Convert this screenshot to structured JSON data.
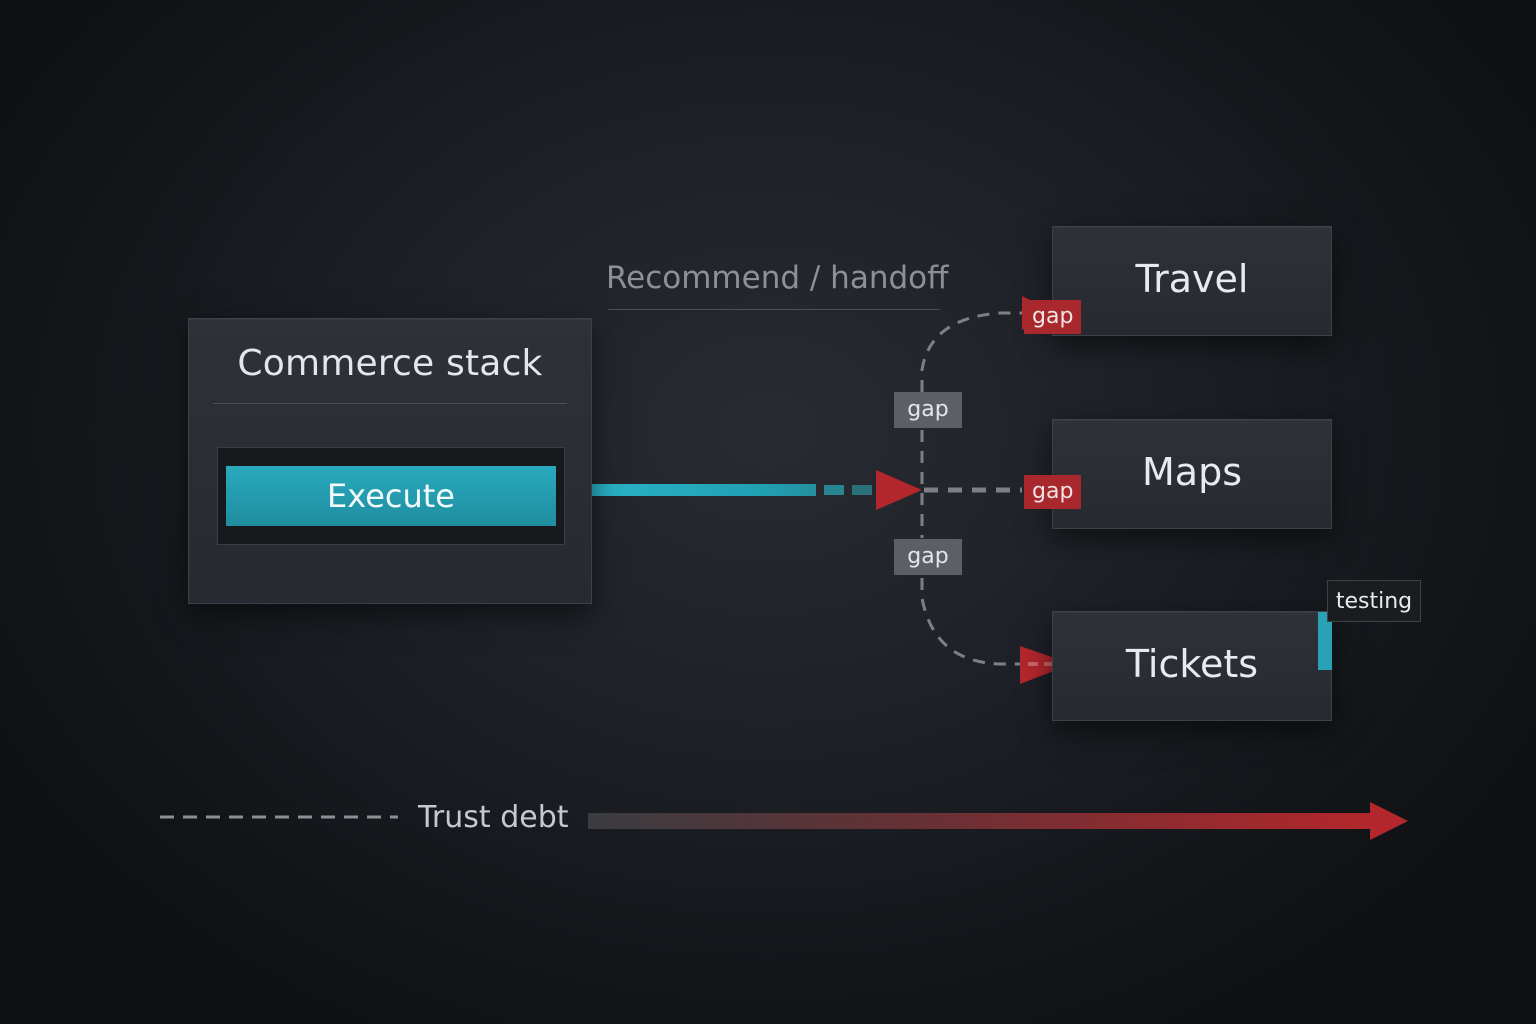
{
  "diagram": {
    "source": {
      "title": "Commerce stack",
      "action": "Execute"
    },
    "handoff_label": "Recommend / handoff",
    "targets": [
      {
        "label": "Travel"
      },
      {
        "label": "Maps"
      },
      {
        "label": "Tickets"
      }
    ],
    "gap_labels": {
      "travel": "gap",
      "maps": "gap",
      "upper": "gap",
      "lower": "gap"
    },
    "testing_label": "testing",
    "trust_debt_label": "Trust debt",
    "colors": {
      "accent_teal": "#2aa9bd",
      "gap_red": "#a8282e",
      "arrow_red": "#b3272c",
      "dashed_grey": "#7a7d83",
      "background": "#1d2026"
    }
  }
}
